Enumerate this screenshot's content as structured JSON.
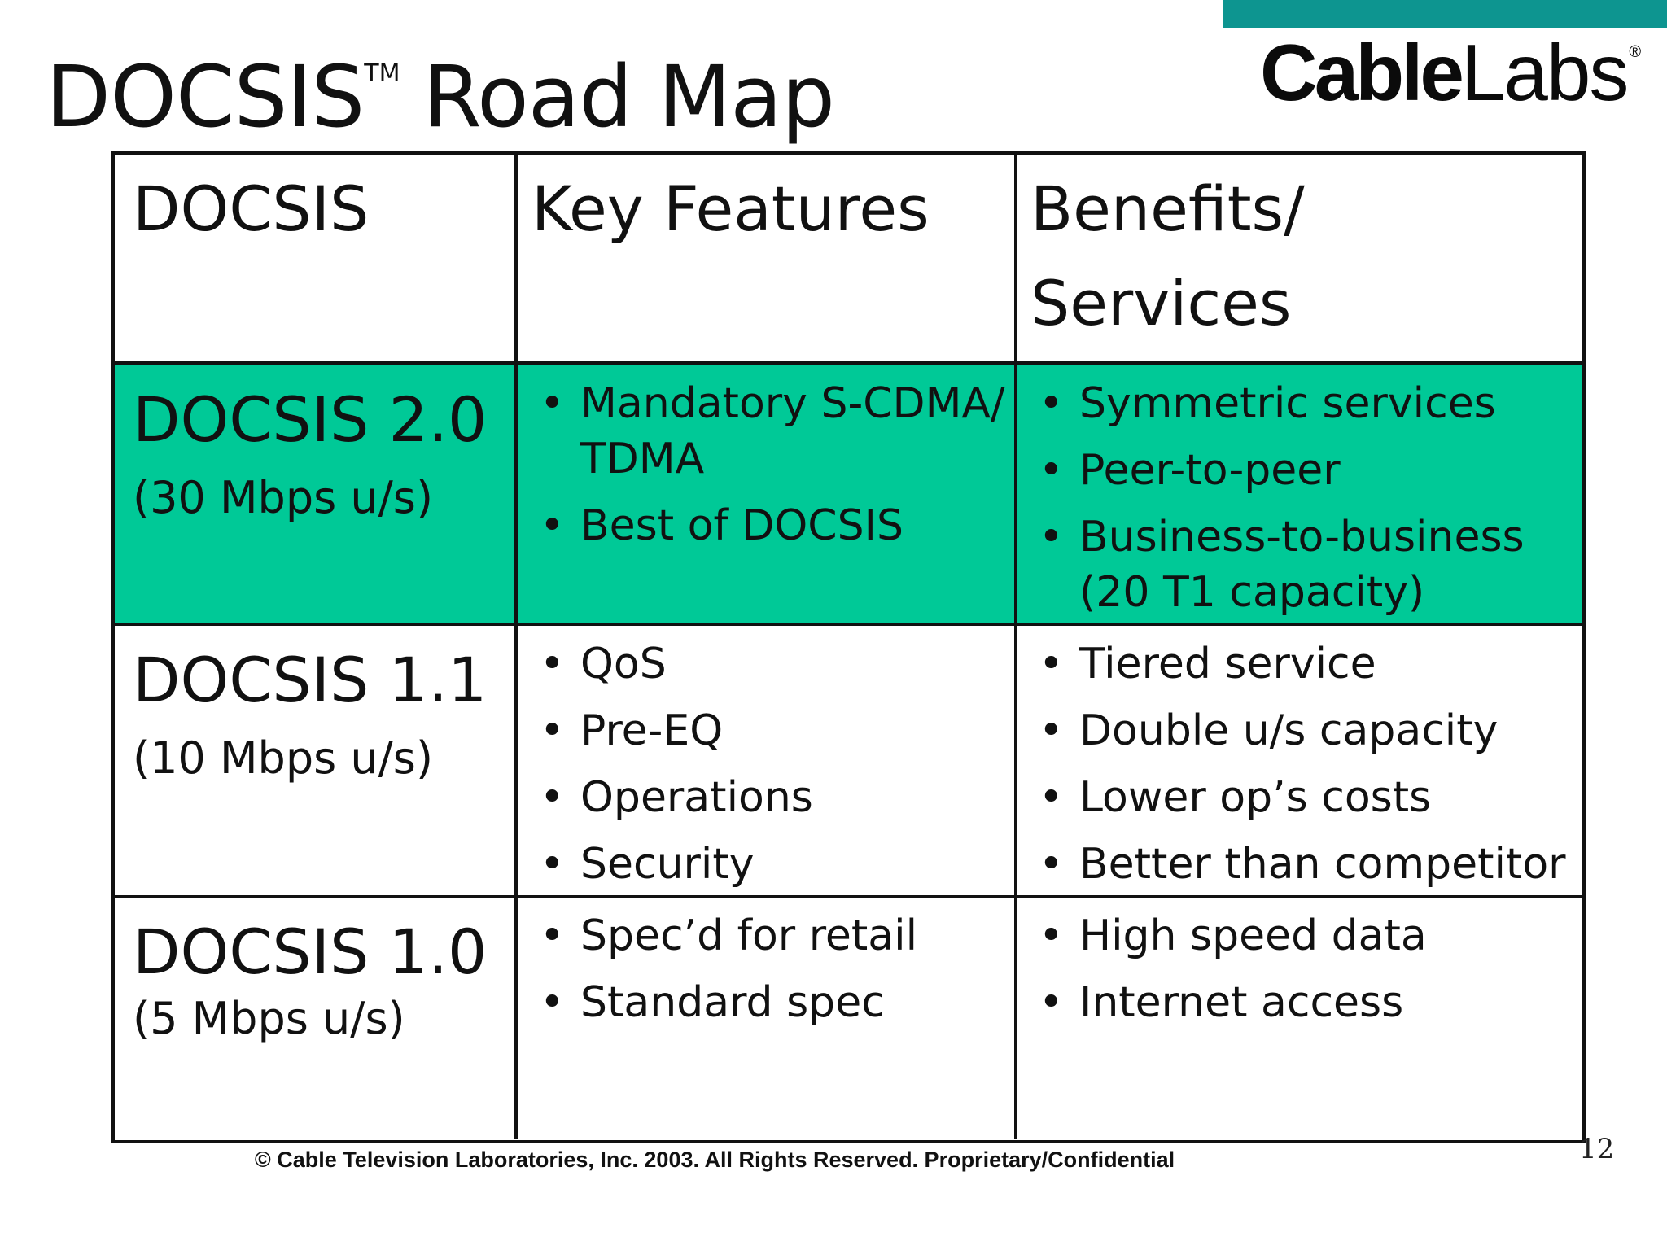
{
  "slide": {
    "title": "DOCSIS",
    "title_tm": "TM",
    "title_rest": "Road Map",
    "logo_bold": "Cable",
    "logo_light": "Labs",
    "logo_reg": "®",
    "footer": "© Cable Television Laboratories, Inc. 2003.  All Rights Reserved. Proprietary/Confidential",
    "page_number": "12",
    "colors": {
      "accent_bar": "#0d9590",
      "highlight_row": "#00c997"
    }
  },
  "table": {
    "headers": [
      "DOCSIS",
      "Key Features",
      "Benefits/ Services"
    ],
    "rows": [
      {
        "version": "DOCSIS 2.0",
        "speed": "(30 Mbps u/s)",
        "features": [
          "Mandatory S-CDMA/",
          "TDMA",
          "Best of DOCSIS"
        ],
        "benefits": [
          "Symmetric services",
          "Peer-to-peer",
          "Business-to-business",
          "(20 T1 capacity)"
        ]
      },
      {
        "version": "DOCSIS 1.1",
        "speed": "(10 Mbps u/s)",
        "features": [
          "QoS",
          "Pre-EQ",
          "Operations",
          "Security"
        ],
        "benefits": [
          "Tiered service",
          "Double u/s capacity",
          "Lower op’s costs",
          "Better than competitor"
        ]
      },
      {
        "version": "DOCSIS 1.0",
        "speed": "(5 Mbps u/s)",
        "features": [
          "Spec’d for retail",
          "Standard spec"
        ],
        "benefits": [
          "High speed data",
          "Internet access"
        ]
      }
    ]
  }
}
